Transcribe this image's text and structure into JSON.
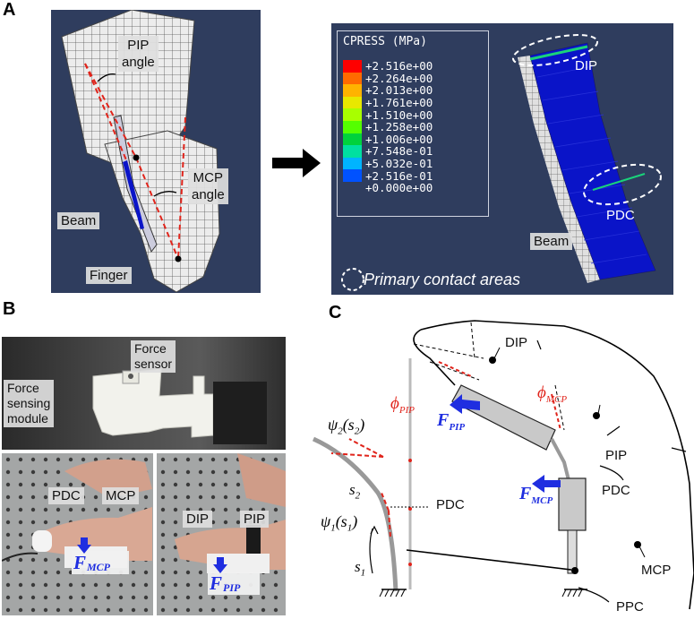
{
  "panels": {
    "a": "A",
    "b": "B",
    "c": "C"
  },
  "panel_a_left": {
    "pip_angle": [
      "PIP",
      "angle"
    ],
    "mcp_angle": [
      "MCP",
      "angle"
    ],
    "beam": "Beam",
    "finger": "Finger"
  },
  "panel_a_right": {
    "legend_title": "CPRESS (MPa)",
    "legend_values": [
      "+2.516e+00",
      "+2.264e+00",
      "+2.013e+00",
      "+1.761e+00",
      "+1.510e+00",
      "+1.258e+00",
      "+1.006e+00",
      "+7.548e-01",
      "+5.032e-01",
      "+2.516e-01",
      "+0.000e+00"
    ],
    "legend_colors": [
      "#ff0000",
      "#ff6a00",
      "#ffb300",
      "#e8e800",
      "#a8ff00",
      "#54ff00",
      "#00d23c",
      "#00e0a0",
      "#00b4ff",
      "#0052ff",
      "#0000e6"
    ],
    "dip": "DIP",
    "pdc": "PDC",
    "beam": "Beam",
    "contact_note": "Primary contact areas"
  },
  "panel_b": {
    "force_sensor": [
      "Force",
      "sensor"
    ],
    "force_module": [
      "Force",
      "sensing",
      "module"
    ],
    "pdc": "PDC",
    "mcp": "MCP",
    "f_mcp": "F",
    "f_mcp_sub": "MCP",
    "dip": "DIP",
    "pip": "PIP",
    "f_pip": "F",
    "f_pip_sub": "PIP"
  },
  "panel_c": {
    "psi2": "ψ",
    "psi2_sub": "2",
    "psi2_arg": "(s",
    "psi2_arg_sub": "2",
    "psi1": "ψ",
    "psi1_sub": "1",
    "psi1_arg": "(s",
    "psi1_arg_sub": "1",
    "s2": "s",
    "s2_sub": "2",
    "s1": "s",
    "s1_sub": "1",
    "pdc_left": "PDC",
    "phi_pip": "ϕ",
    "phi_pip_sub": "PIP",
    "phi_mcp": "ϕ",
    "phi_mcp_sub": "MCP",
    "f_pip": "F",
    "f_pip_sub": "PIP",
    "f_mcp": "F",
    "f_mcp_sub": "MCP",
    "dip": "DIP",
    "pip": "PIP",
    "pdc": "PDC",
    "mcp": "MCP",
    "ppc": "PPC"
  },
  "colors": {
    "sim_bg": "#2f3d5e",
    "mesh_white": "#e8e8e8",
    "fe_blue": "#0a14c8",
    "arrow_blue": "#1f2ee0",
    "angle_red": "#e0241b"
  }
}
